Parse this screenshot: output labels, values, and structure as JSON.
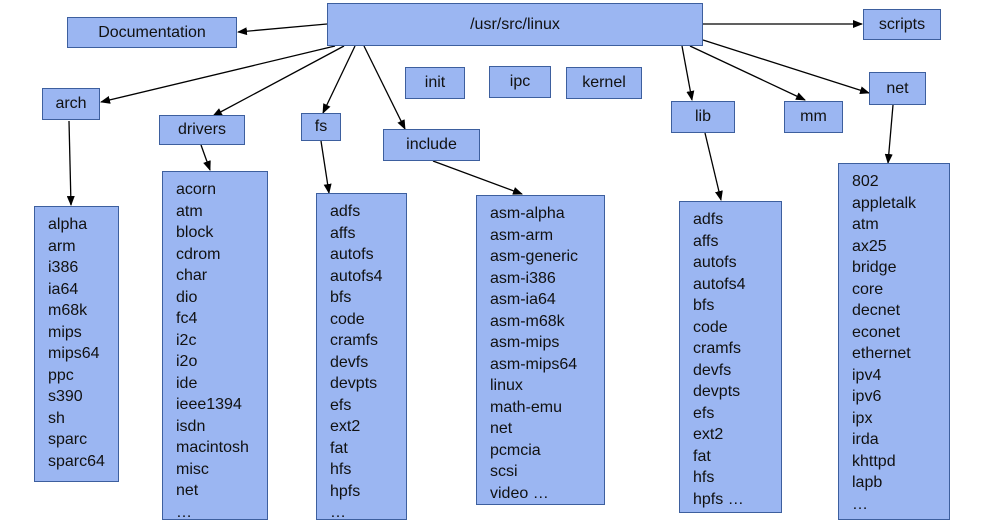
{
  "root": "/usr/src/linux",
  "nodes": {
    "documentation": "Documentation",
    "scripts": "scripts",
    "arch": "arch",
    "drivers": "drivers",
    "fs": "fs",
    "include": "include",
    "init": "init",
    "ipc": "ipc",
    "kernel": "kernel",
    "lib": "lib",
    "mm": "mm",
    "net": "net"
  },
  "lists": {
    "arch": [
      "alpha",
      "arm",
      "i386",
      "ia64",
      "m68k",
      "mips",
      "mips64",
      "ppc",
      "s390",
      "sh",
      "sparc",
      "sparc64"
    ],
    "drivers": [
      "acorn",
      "atm",
      "block",
      "cdrom",
      "char",
      "dio",
      "fc4",
      "i2c",
      "i2o",
      "ide",
      "ieee1394",
      "isdn",
      "macintosh",
      "misc",
      "net",
      "…"
    ],
    "fs": [
      "adfs",
      "affs",
      "autofs",
      "autofs4",
      "bfs",
      "code",
      "cramfs",
      "devfs",
      "devpts",
      "efs",
      "ext2",
      "fat",
      "hfs",
      "hpfs",
      "…"
    ],
    "include": [
      "asm-alpha",
      "asm-arm",
      "asm-generic",
      "asm-i386",
      "asm-ia64",
      "asm-m68k",
      "asm-mips",
      "asm-mips64",
      "linux",
      "math-emu",
      "net",
      "pcmcia",
      "scsi",
      "video …"
    ],
    "lib": [
      "adfs",
      "affs",
      "autofs",
      "autofs4",
      "bfs",
      "code",
      "cramfs",
      "devfs",
      "devpts",
      "efs",
      "ext2",
      "fat",
      "hfs",
      "hpfs …"
    ],
    "net": [
      "802",
      "appletalk",
      "atm",
      "ax25",
      "bridge",
      "core",
      "decnet",
      "econet",
      "ethernet",
      "ipv4",
      "ipv6",
      "ipx",
      "irda",
      "khttpd",
      "lapb",
      "…"
    ]
  },
  "colors": {
    "box_fill": "#9bb6f2",
    "box_border": "#3d5f9e",
    "arrow": "#000000"
  }
}
